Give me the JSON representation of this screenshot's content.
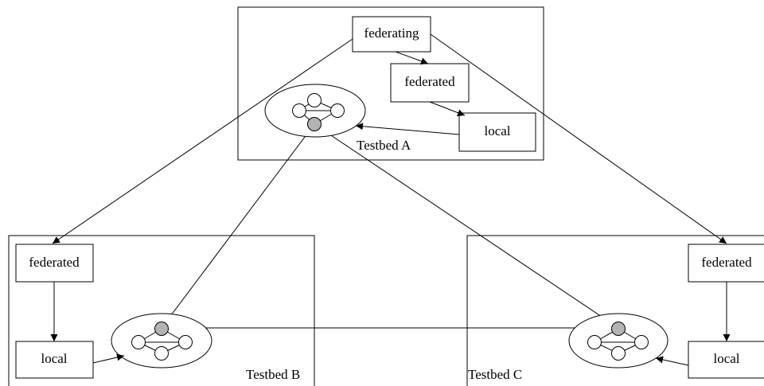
{
  "testbeds": {
    "a": {
      "caption": "Testbed A",
      "federating_label": "federating",
      "federated_label": "federated",
      "local_label": "local"
    },
    "b": {
      "caption": "Testbed B",
      "federated_label": "federated",
      "local_label": "local"
    },
    "c": {
      "caption": "Testbed C",
      "federated_label": "federated",
      "local_label": "local"
    }
  },
  "colors": {
    "gateway_node": "#b3b3b3",
    "stroke": "#000000",
    "background": "#ffffff"
  }
}
